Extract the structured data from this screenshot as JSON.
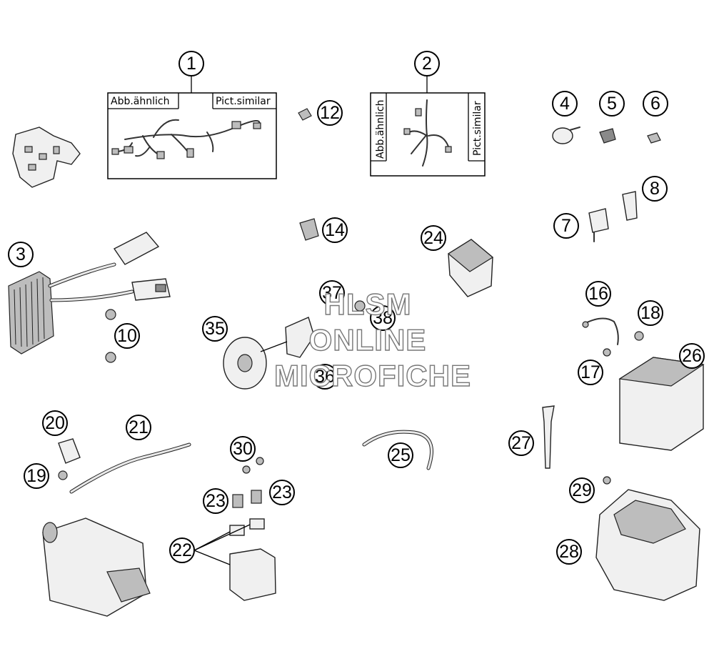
{
  "harness_1": {
    "number": "1",
    "label_left": "Abb.ähnlich",
    "label_right": "Pict.similar"
  },
  "harness_2": {
    "number": "2",
    "label_left": "Abb.ähnlich",
    "label_right": "Pict.similar"
  },
  "callouts": {
    "c3": "3",
    "c4": "4",
    "c5": "5",
    "c6": "6",
    "c7": "7",
    "c8": "8",
    "c10": "10",
    "c12": "12",
    "c14": "14",
    "c16": "16",
    "c17": "17",
    "c18": "18",
    "c19": "19",
    "c20": "20",
    "c21": "21",
    "c22": "22",
    "c23a": "23",
    "c23b": "23",
    "c24": "24",
    "c25": "25",
    "c26": "26",
    "c27": "27",
    "c28": "28",
    "c29": "29",
    "c30": "30",
    "c35": "35",
    "c36": "36",
    "c37": "37",
    "c38": "38"
  },
  "watermark": {
    "line1": "HLSM",
    "line2": "ONLINE",
    "line3": "MICROFICHE"
  }
}
